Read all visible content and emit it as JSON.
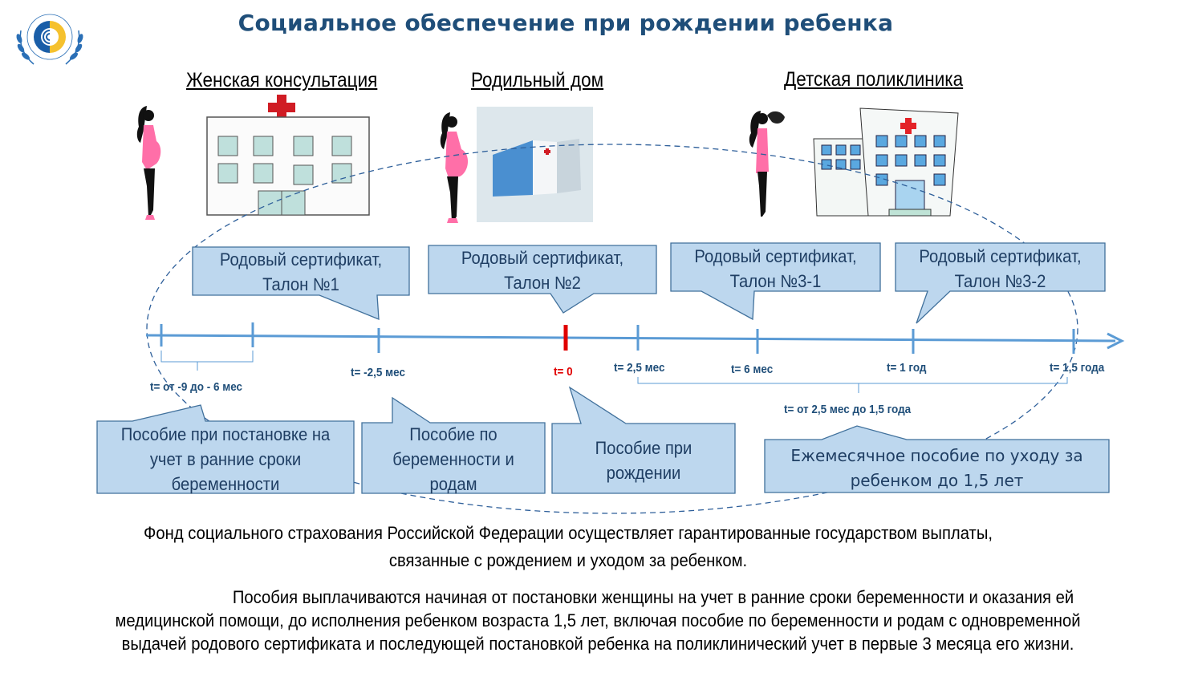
{
  "title": "Социальное обеспечение при рождении ребенка",
  "logo": {
    "icon": "fss-emblem-icon",
    "alt": "Фонд социального страхования Российской Федерации"
  },
  "headings": {
    "womens_clinic": "Женская консультация",
    "maternity_hospital": "Родильный дом",
    "childrens_clinic": "Детская поликлиника"
  },
  "illustrations": [
    {
      "name": "pregnant-woman-1",
      "icon": "pregnant-woman-icon"
    },
    {
      "name": "clinic-building",
      "icon": "hospital-building-icon"
    },
    {
      "name": "pregnant-woman-2",
      "icon": "pregnant-woman-icon"
    },
    {
      "name": "maternity-building",
      "icon": "maternity-building-icon"
    },
    {
      "name": "mother-with-baby",
      "icon": "mother-with-baby-icon"
    },
    {
      "name": "childrens-clinic-building",
      "icon": "childrens-clinic-icon"
    }
  ],
  "certificates": [
    {
      "line1": "Родовый сертификат,",
      "line2": "Талон №1"
    },
    {
      "line1": "Родовый сертификат,",
      "line2": "Талон №2"
    },
    {
      "line1": "Родовый сертификат,",
      "line2": "Талон №3-1"
    },
    {
      "line1": "Родовый сертификат,",
      "line2": "Талон №3-2"
    }
  ],
  "timeline": {
    "labels": {
      "early": "t= от -9 до - 6 мес",
      "minus_2_5": "t= -2,5 мес",
      "zero": "t= 0",
      "plus_2_5": "t= 2,5 мес",
      "six_months": "t= 6 мес",
      "one_year": "t= 1 год",
      "one_and_half": "t= 1,5 года",
      "range": "t= от  2,5 мес до 1,5 года"
    }
  },
  "benefits": [
    {
      "lines": [
        "Пособие при постановке на",
        "учет в ранние сроки",
        "беременности"
      ]
    },
    {
      "lines": [
        "Пособие по",
        "беременности и",
        "родам"
      ]
    },
    {
      "lines": [
        "Пособие при",
        "рождении"
      ]
    },
    {
      "lines": [
        "Ежемесячное пособие по уходу за",
        "ребенком до 1,5 лет"
      ]
    }
  ],
  "paragraphs": {
    "p1_line1": "Фонд социального страхования Российской Федерации осуществляет гарантированные государством выплаты,",
    "p1_line2": "связанные с рождением и уходом за ребенком.",
    "p2_line1": "Пособия выплачиваются начиная от постановки женщины на учет в ранние сроки беременности и оказания ей",
    "p2_line2": "медицинской помощи, до исполнения ребенком возраста 1,5 лет, включая пособие по беременности и родам с одновременной",
    "p2_line3": "выдачей родового сертификата и последующей постановкой ребенка на поликлинический учет в первые 3 месяца его жизни."
  },
  "colors": {
    "title": "#1f4e79",
    "axis": "#5b9bd5",
    "callout_fill": "#bdd7ee",
    "callout_stroke": "#41719c",
    "birth_marker": "#e00000",
    "ellipse": "#2e5f9a"
  }
}
